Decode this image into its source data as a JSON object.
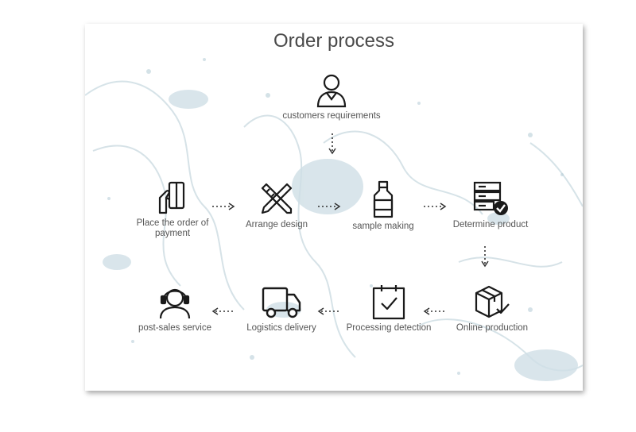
{
  "title": "Order process",
  "steps": [
    {
      "label": "customers requirements",
      "icon": "customer-icon"
    },
    {
      "label": "Place the order of payment",
      "icon": "payment-card-icon"
    },
    {
      "label": "Arrange design",
      "icon": "pencil-ruler-icon"
    },
    {
      "label": "sample making",
      "icon": "bottle-icon"
    },
    {
      "label": "Determine product",
      "icon": "server-check-icon"
    },
    {
      "label": "Online production",
      "icon": "box-check-icon"
    },
    {
      "label": "Processing detection",
      "icon": "clipboard-check-icon"
    },
    {
      "label": "Logistics delivery",
      "icon": "truck-icon"
    },
    {
      "label": "post-sales service",
      "icon": "headset-icon"
    }
  ],
  "colors": {
    "icon": "#1a1a1a",
    "arrow": "#333333",
    "text": "#555555",
    "splash": "#b9cfd8"
  }
}
